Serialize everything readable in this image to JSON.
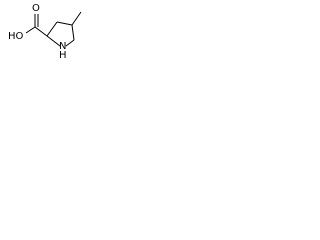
{
  "molecule": {
    "atom_labels": {
      "acid_oxygen": "O",
      "hydroxyl": "HO",
      "ring_nitrogen": "N",
      "ring_hydrogen": "H"
    },
    "colors": {
      "bond": "#000000",
      "label": "#000000",
      "background": "#ffffff"
    }
  }
}
